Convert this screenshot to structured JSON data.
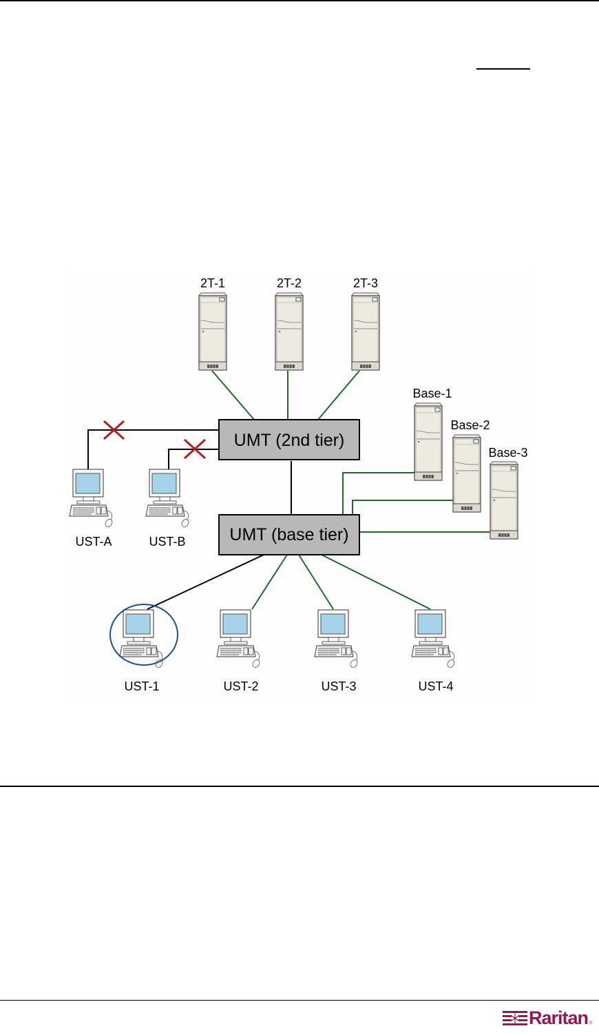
{
  "diagram": {
    "title": "Tiered UMT connection diagram",
    "colors": {
      "active_link": "#1e6b2a",
      "user_link": "#000000",
      "blocked_mark": "#b01e23",
      "highlight_circle": "#1f4e96",
      "switch_fill": "#b8b8b8",
      "screen_fill": "#a6d2ea"
    },
    "switches": [
      {
        "id": "umt-2nd",
        "label": "UMT (2nd tier)"
      },
      {
        "id": "umt-base",
        "label": "UMT (base tier)"
      }
    ],
    "servers_2nd_tier": [
      {
        "label": "2T-1"
      },
      {
        "label": "2T-2"
      },
      {
        "label": "2T-3"
      }
    ],
    "servers_base_tier": [
      {
        "label": "Base-1"
      },
      {
        "label": "Base-2"
      },
      {
        "label": "Base-3"
      }
    ],
    "user_stations_2nd_tier": [
      {
        "label": "UST-A",
        "blocked": true
      },
      {
        "label": "UST-B",
        "blocked": true
      }
    ],
    "user_stations_base_tier": [
      {
        "label": "UST-1",
        "highlighted": true
      },
      {
        "label": "UST-2",
        "highlighted": false
      },
      {
        "label": "UST-3",
        "highlighted": false
      },
      {
        "label": "UST-4",
        "highlighted": false
      }
    ]
  },
  "footer": {
    "logo_text": "Raritan",
    "logo_mark": "®",
    "logo_color": "#8e1b55"
  }
}
